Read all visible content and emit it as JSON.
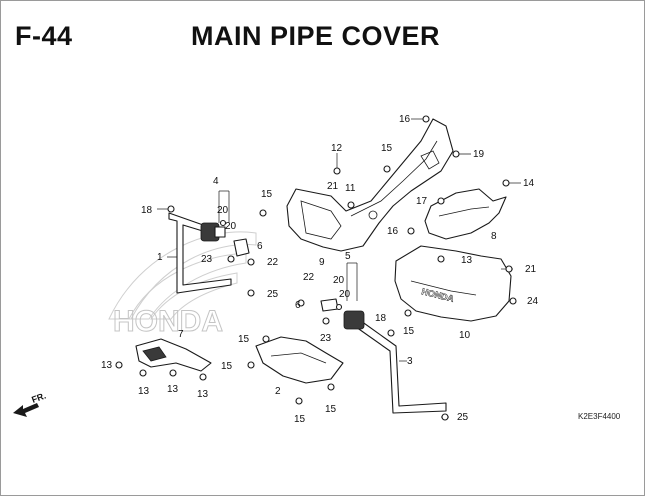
{
  "header": {
    "code": "F-44",
    "title": "MAIN PIPE COVER"
  },
  "reference_code": "K2E3F4400",
  "watermark": "HONDA",
  "direction_label": "FR.",
  "callouts": [
    {
      "id": "c16a",
      "text": "16"
    },
    {
      "id": "c19",
      "text": "19"
    },
    {
      "id": "c12",
      "text": "12"
    },
    {
      "id": "c15a",
      "text": "15"
    },
    {
      "id": "c21a",
      "text": "21"
    },
    {
      "id": "c11",
      "text": "11"
    },
    {
      "id": "c14",
      "text": "14"
    },
    {
      "id": "c4",
      "text": "4"
    },
    {
      "id": "c20a",
      "text": "20"
    },
    {
      "id": "c20b",
      "text": "20"
    },
    {
      "id": "c18a",
      "text": "18"
    },
    {
      "id": "c15b",
      "text": "15"
    },
    {
      "id": "c17",
      "text": "17"
    },
    {
      "id": "c16b",
      "text": "16"
    },
    {
      "id": "c8",
      "text": "8"
    },
    {
      "id": "c6a",
      "text": "6"
    },
    {
      "id": "c1",
      "text": "1"
    },
    {
      "id": "c23a",
      "text": "23"
    },
    {
      "id": "c22a",
      "text": "22"
    },
    {
      "id": "c9",
      "text": "9"
    },
    {
      "id": "c5",
      "text": "5"
    },
    {
      "id": "c13a",
      "text": "13"
    },
    {
      "id": "c21b",
      "text": "21"
    },
    {
      "id": "c25a",
      "text": "25"
    },
    {
      "id": "c22b",
      "text": "22"
    },
    {
      "id": "c20c",
      "text": "20"
    },
    {
      "id": "c6b",
      "text": "6"
    },
    {
      "id": "c20d",
      "text": "20"
    },
    {
      "id": "c24",
      "text": "24"
    },
    {
      "id": "c18b",
      "text": "18"
    },
    {
      "id": "c23b",
      "text": "23"
    },
    {
      "id": "c15c",
      "text": "15"
    },
    {
      "id": "c7",
      "text": "7"
    },
    {
      "id": "c10",
      "text": "10"
    },
    {
      "id": "c15d",
      "text": "15"
    },
    {
      "id": "c13b",
      "text": "13"
    },
    {
      "id": "c15e",
      "text": "15"
    },
    {
      "id": "c3",
      "text": "3"
    },
    {
      "id": "c13c",
      "text": "13"
    },
    {
      "id": "c13d",
      "text": "13"
    },
    {
      "id": "c13e",
      "text": "13"
    },
    {
      "id": "c2",
      "text": "2"
    },
    {
      "id": "c15f",
      "text": "15"
    },
    {
      "id": "c15g",
      "text": "15"
    },
    {
      "id": "c25b",
      "text": "25"
    }
  ]
}
